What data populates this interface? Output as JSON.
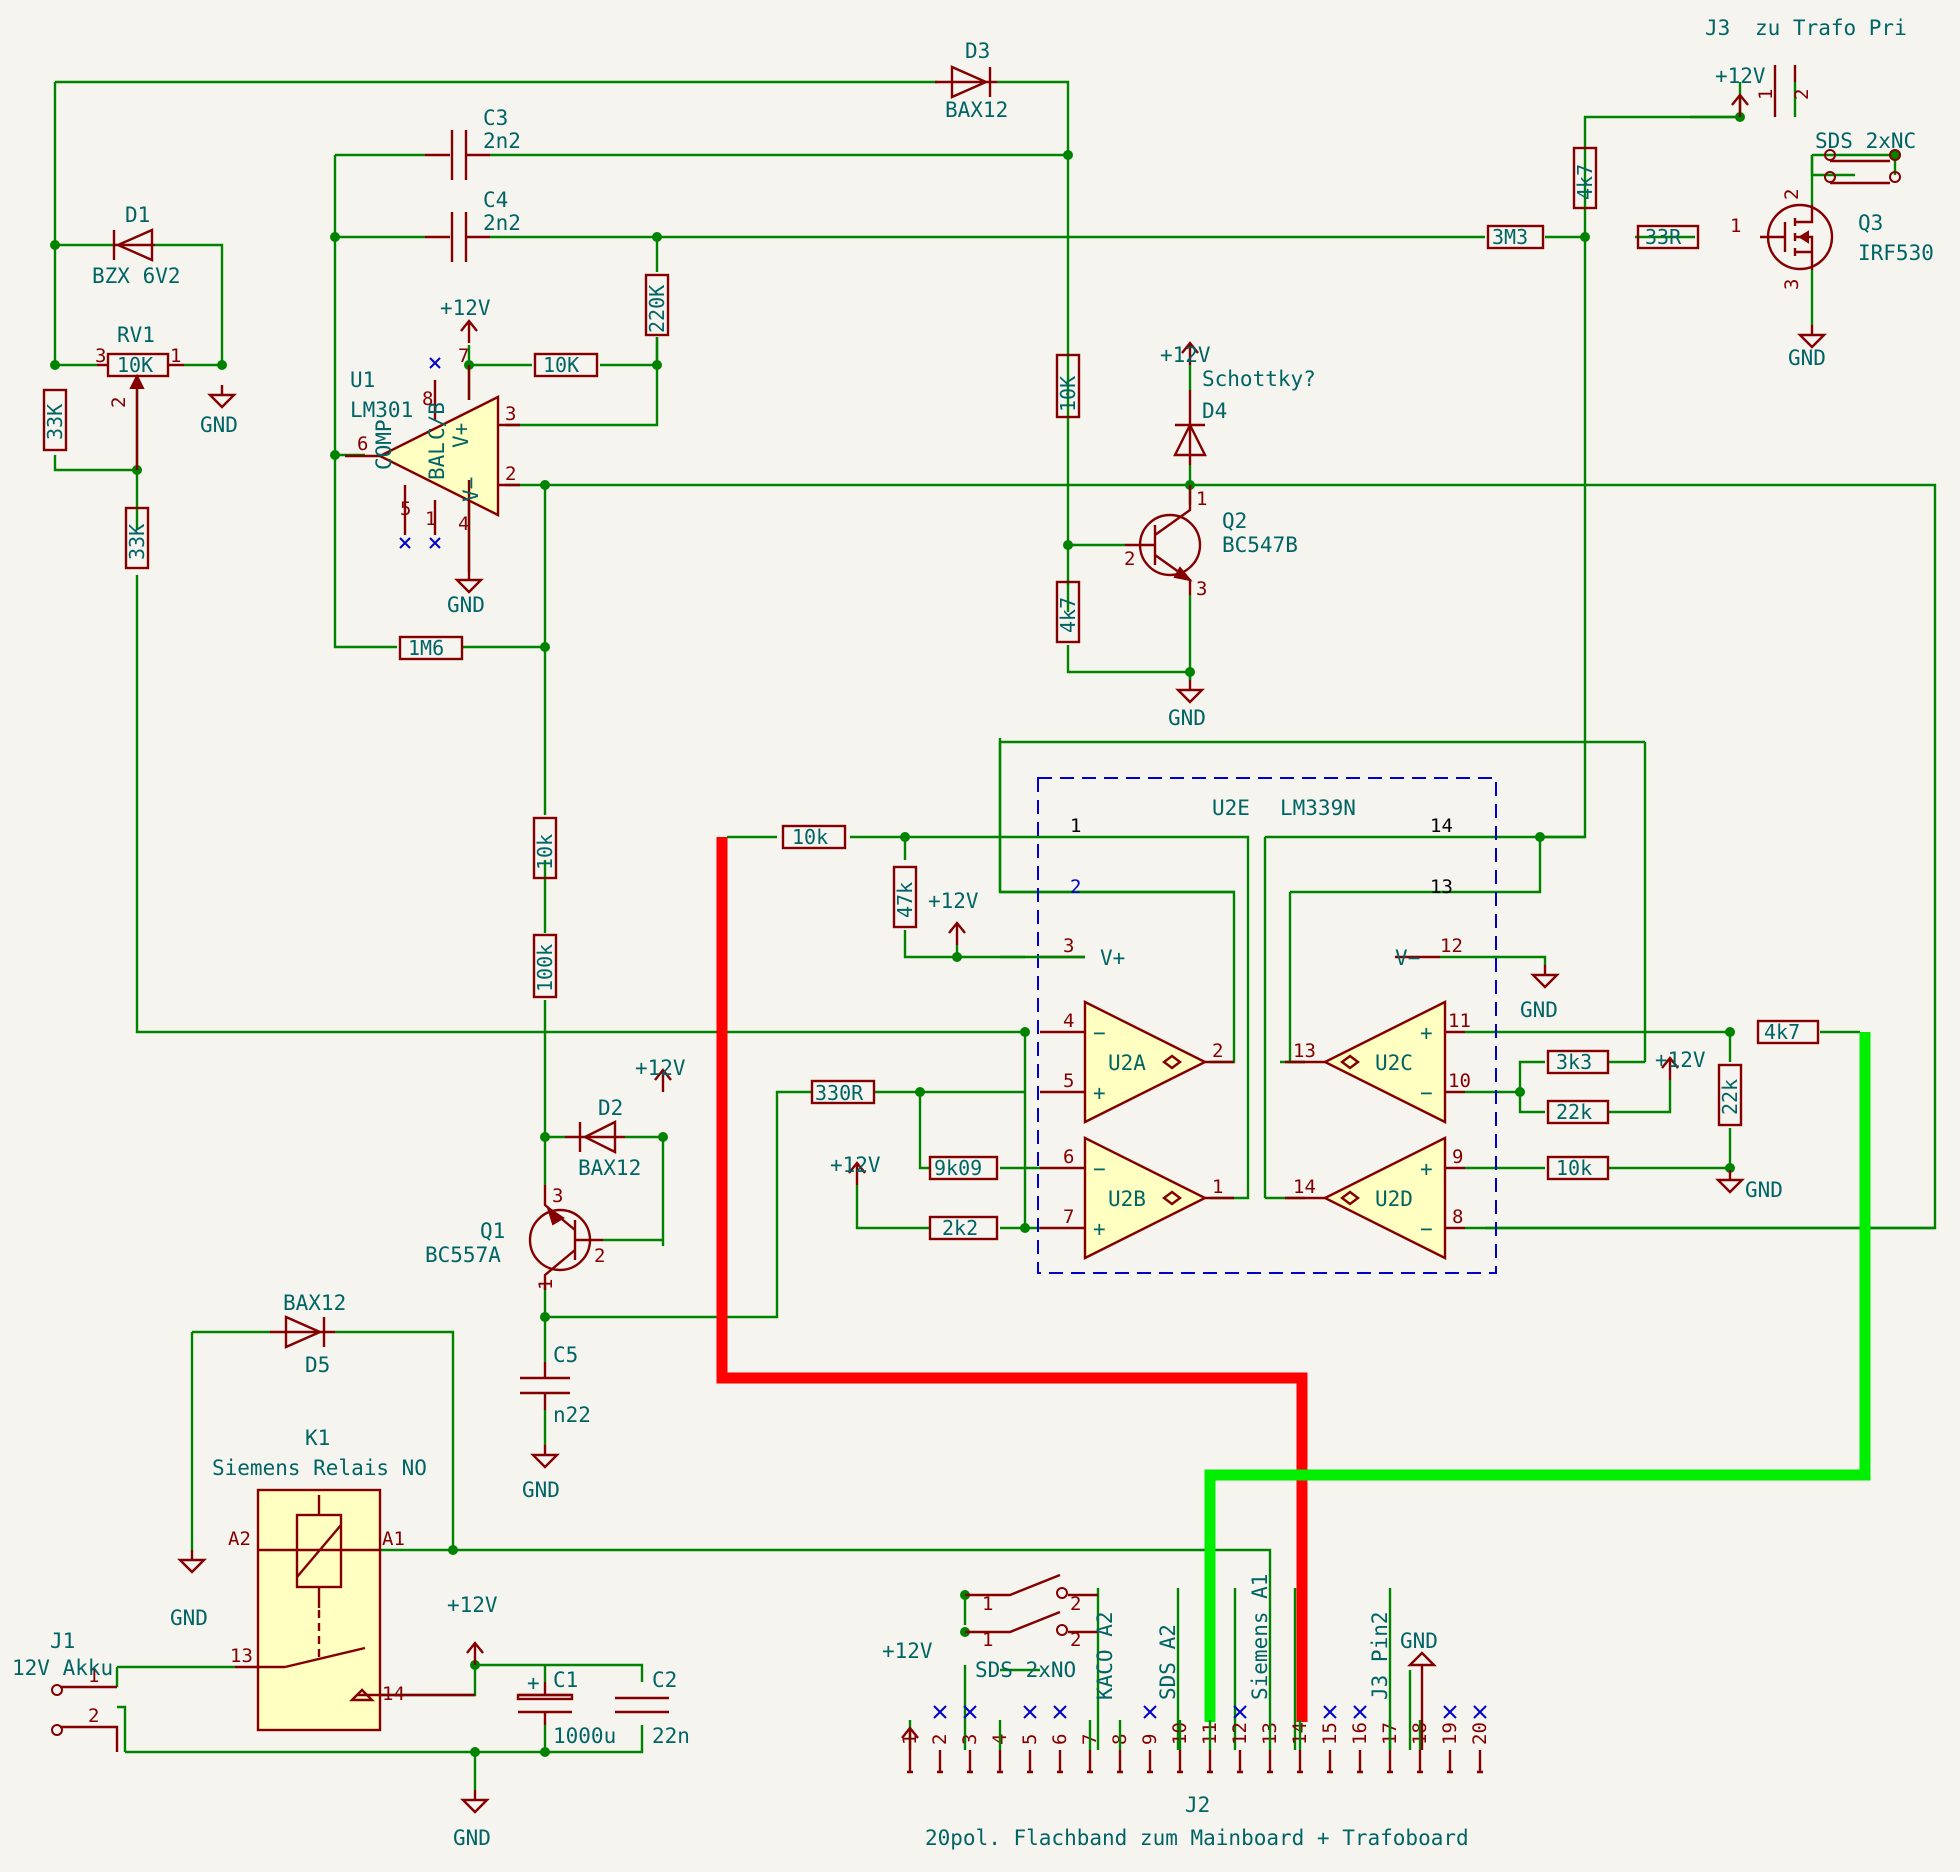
{
  "components": {
    "d1": {
      "ref": "D1",
      "value": "BZX 6V2"
    },
    "d2": {
      "ref": "D2",
      "value": "BAX12"
    },
    "d3": {
      "ref": "D3",
      "value": "BAX12"
    },
    "d4": {
      "ref": "D4",
      "value": "Schottky?"
    },
    "d5": {
      "ref": "D5",
      "value": "BAX12"
    },
    "rv1": {
      "ref": "RV1",
      "value": "10K"
    },
    "u1": {
      "ref": "U1",
      "value": "LM301"
    },
    "u2e": {
      "ref": "U2E",
      "value": "LM339N"
    },
    "u2a": "U2A",
    "u2b": "U2B",
    "u2c": "U2C",
    "u2d": "U2D",
    "q1": {
      "ref": "Q1",
      "value": "BC557A"
    },
    "q2": {
      "ref": "Q2",
      "value": "BC547B"
    },
    "q3": {
      "ref": "Q3",
      "value": "IRF530"
    },
    "c1": {
      "ref": "C1",
      "value": "1000u"
    },
    "c2": {
      "ref": "C2",
      "value": "22n"
    },
    "c3": {
      "ref": "C3",
      "value": "2n2"
    },
    "c4": {
      "ref": "C4",
      "value": "2n2"
    },
    "c5": {
      "ref": "C5",
      "value": "n22"
    },
    "k1": {
      "ref": "K1",
      "value": "Siemens Relais NO"
    },
    "j1": {
      "ref": "J1",
      "value": "12V Akku"
    },
    "j2": {
      "ref": "J2",
      "value": "20pol. Flachband zum Mainboard + Trafoboard"
    },
    "j3": {
      "ref": "J3",
      "value": "zu Trafo Pri"
    },
    "sds_nc": "SDS 2xNC",
    "sds_no": "SDS 2xNO"
  },
  "resistors": {
    "r33k_a": "33K",
    "r33k_b": "33K",
    "r220k": "220K",
    "r10k_u1": "10K",
    "r1m6": "1M6",
    "r10k_vert": "10K",
    "r4k7_q2": "4k7",
    "r10k_u1out": "10k",
    "r100k": "100k",
    "r10k_u2": "10k",
    "r47k": "47k",
    "r330r": "330R",
    "r9k09": "9k09",
    "r2k2": "2k2",
    "r3k3": "3k3",
    "r22k_h": "22k",
    "r22k_v": "22k",
    "r10k_u2d": "10k",
    "r4k7_out": "4k7",
    "r3m3": "3M3",
    "r33r": "33R",
    "r4k7_q3": "4k7"
  },
  "power": {
    "vcc": "+12V",
    "gnd": "GND",
    "vplus": "V+",
    "vminus": "V−"
  },
  "j2_pins": [
    "1",
    "2",
    "3",
    "4",
    "5",
    "6",
    "7",
    "8",
    "9",
    "10",
    "11",
    "12",
    "13",
    "14",
    "15",
    "16",
    "17",
    "18",
    "19",
    "20"
  ],
  "j2_net_labels": {
    "kaco": "KACO A2",
    "sds": "SDS A2",
    "siemens": "Siemens A1",
    "j3pin2": "J3 Pin2"
  },
  "u1_pin_labels": {
    "comp": "COMP",
    "bal": "BAL",
    "cb": "C/B",
    "vplus": "V+",
    "vminus": "V−"
  },
  "lm339_pins": {
    "p1": "1",
    "p2": "2",
    "p3": "3",
    "p4": "4",
    "p5": "5",
    "p6": "6",
    "p7": "7",
    "p8": "8",
    "p9": "9",
    "p10": "10",
    "p11": "11",
    "p12": "12",
    "p13": "13",
    "p14": "14"
  },
  "accent_colors": {
    "wire": "#008400",
    "symbol": "#840000",
    "label": "#006464",
    "highlight_red": "#ff0000",
    "highlight_green": "#00ee00"
  }
}
